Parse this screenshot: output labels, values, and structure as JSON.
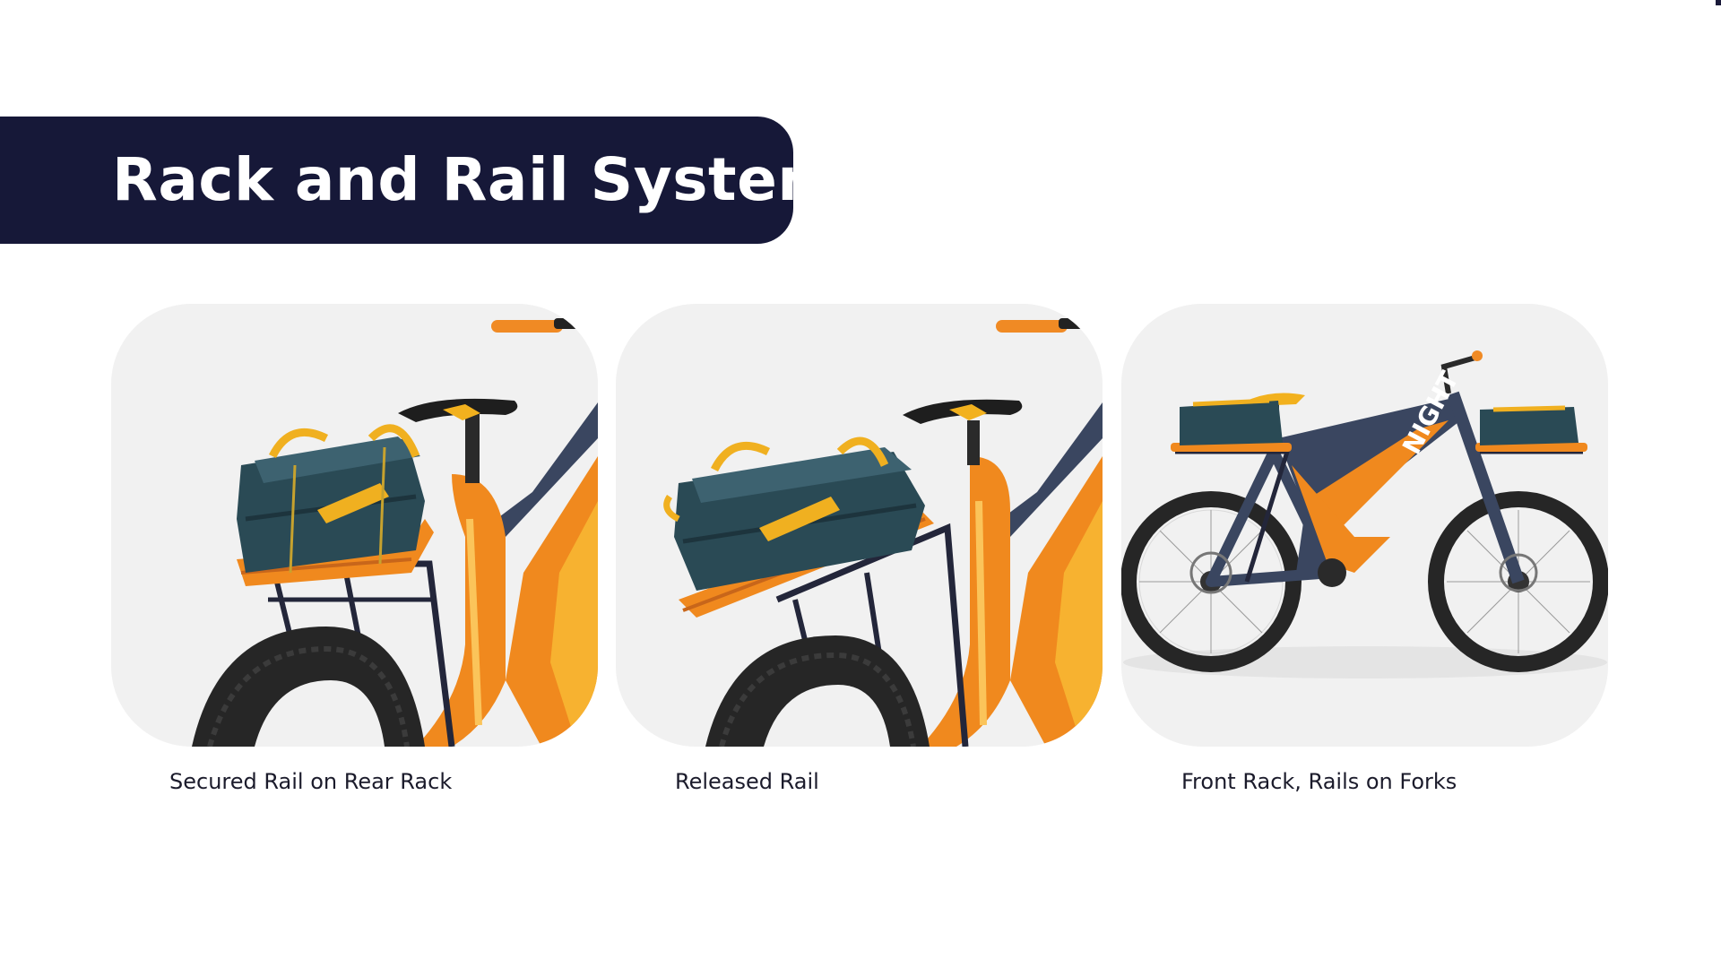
{
  "slide": {
    "title": "Rack and Rail System"
  },
  "panels": [
    {
      "caption": "Secured Rail on Rear Rack",
      "illustration": "bike-rear-rack-secured-rail"
    },
    {
      "caption": "Released Rail",
      "illustration": "bike-rear-rack-released-rail"
    },
    {
      "caption": "Front Rack, Rails on Forks",
      "illustration": "full-bike-front-and-rear-racks"
    }
  ],
  "colors": {
    "banner": "#161838",
    "frame_orange": "#f0891e",
    "frame_navy": "#33405a",
    "bag": "#2a4a55",
    "strap": "#f0b020",
    "tire": "#262626"
  }
}
